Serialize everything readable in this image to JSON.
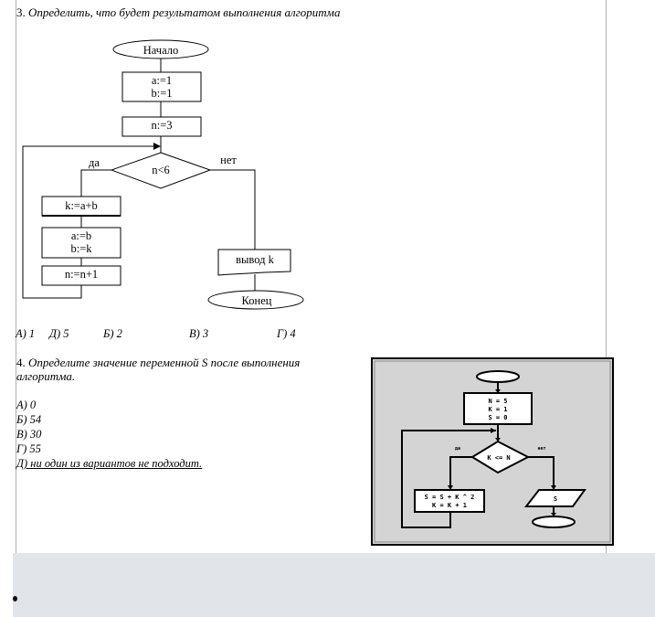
{
  "question3": {
    "number": "3.",
    "text": "Определить, что будет результатом выполнения алгоритма",
    "flowchart": {
      "start": "Начало",
      "init_block": [
        "a:=1",
        "b:=1"
      ],
      "n_block": "n:=3",
      "condition": "n<6",
      "yes_label": "да",
      "no_label": "нет",
      "loop_blocks": [
        "k:=a+b",
        "a:=b",
        "b:=k",
        "n:=n+1"
      ],
      "output": "вывод k",
      "end": "Конец"
    },
    "answers": [
      "А) 1",
      "Д) 5",
      "Б) 2",
      "В) 3",
      "Г) 4"
    ]
  },
  "question4": {
    "number": "4.",
    "text": "Определите значение переменной S после выполнения алгоритма.",
    "flowchart": {
      "init_block": [
        "N = 5",
        "K = 1",
        "S = 0"
      ],
      "condition": "K <= N",
      "yes_label": "да",
      "no_label": "нет",
      "loop_block": [
        "S = S + K ^ 2",
        "K = K + 1"
      ],
      "output": "S"
    },
    "answers": [
      "А) 0",
      "Б) 54",
      "В) 30",
      "Г) 55",
      "Д) ни один из вариантов не подходит."
    ],
    "underlined_answer": "Д) ни один из вариантов не подходит."
  },
  "colors": {
    "footer_bg": "#e1e5e9",
    "diagram_bg": "#d4d4d4"
  }
}
